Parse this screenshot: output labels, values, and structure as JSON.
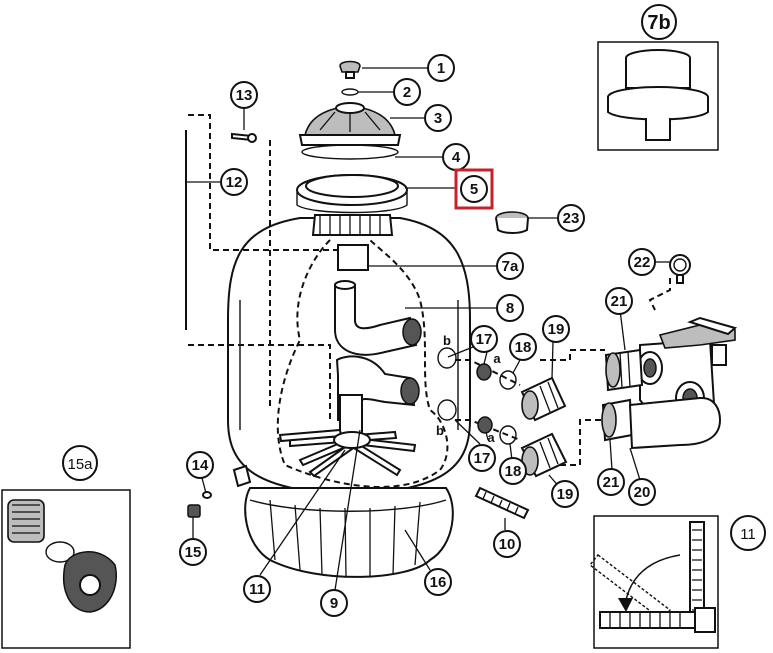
{
  "callouts": {
    "c1": "1",
    "c2": "2",
    "c3": "3",
    "c4": "4",
    "c5": "5",
    "c7a": "7a",
    "c8": "8",
    "c9": "9",
    "c10": "10",
    "c11": "11",
    "c11b": "11",
    "c12": "12",
    "c13": "13",
    "c14": "14",
    "c15": "15",
    "c15a": "15a",
    "c16": "16",
    "c17a": "17",
    "c17b": "17",
    "c18a": "18",
    "c18b": "18",
    "c19a": "19",
    "c19b": "19",
    "c20": "20",
    "c21a": "21",
    "c21b": "21",
    "c22": "22",
    "c23": "23",
    "c7b": "7b"
  },
  "sub_labels": {
    "b_top": "b",
    "a_top": "a",
    "b_bottom": "b",
    "a_bottom": "a"
  },
  "colors": {
    "highlight": "#c8202a",
    "ink": "#111111",
    "shade": "#bdbdbd"
  }
}
